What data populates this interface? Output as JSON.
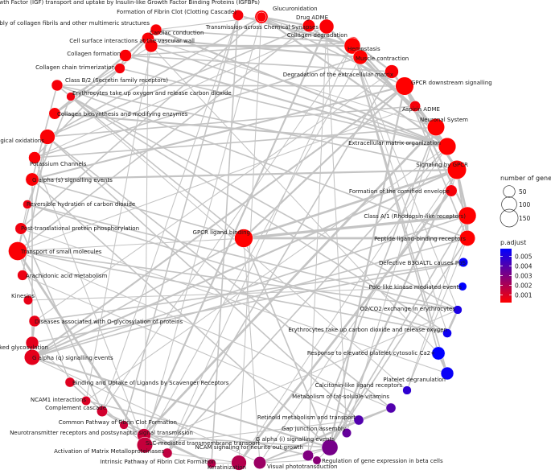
{
  "chart_data": {
    "type": "network",
    "legend": {
      "size_title": "number of genes",
      "size_breaks": [
        50,
        100,
        150
      ],
      "color_title": "p.adjust",
      "color_breaks": [
        "0.005",
        "0.004",
        "0.003",
        "0.002",
        "0.001"
      ],
      "color_low": "#ff0000",
      "color_high": "#0000ff",
      "color_range": [
        0.0002,
        0.0058
      ]
    },
    "nodes": [
      {
        "id": 0,
        "label": "Regulation of Insulin-like Growth Factor (IGF) transport and uptake by Insulin-like Growth Factor Binding Proteins (IGFBPs)",
        "genes": 70,
        "p": 0.0003
      },
      {
        "id": 1,
        "label": "Glucuronidation",
        "genes": 28,
        "p": 0.0003
      },
      {
        "id": 2,
        "label": "Formation of Fibrin Clot (Clotting Cascade)",
        "genes": 40,
        "p": 0.0004
      },
      {
        "id": 3,
        "label": "Drug ADME",
        "genes": 60,
        "p": 0.0003
      },
      {
        "id": 4,
        "label": "Assembly of collagen fibrils and other multimeric structures",
        "genes": 45,
        "p": 0.0003
      },
      {
        "id": 5,
        "label": "Transmission across Chemical Synapses",
        "genes": 90,
        "p": 0.0003
      },
      {
        "id": 6,
        "label": "Cardiac conduction",
        "genes": 60,
        "p": 0.0003
      },
      {
        "id": 7,
        "label": "Collagen degradation",
        "genes": 48,
        "p": 0.0003
      },
      {
        "id": 8,
        "label": "Cell surface interactions at the vascular wall",
        "genes": 65,
        "p": 0.0003
      },
      {
        "id": 9,
        "label": "Hemostasis",
        "genes": 120,
        "p": 0.0002
      },
      {
        "id": 10,
        "label": "Collagen formation",
        "genes": 55,
        "p": 0.0003
      },
      {
        "id": 11,
        "label": "Muscle contraction",
        "genes": 90,
        "p": 0.0002
      },
      {
        "id": 12,
        "label": "Collagen chain trimerization",
        "genes": 35,
        "p": 0.0004
      },
      {
        "id": 13,
        "label": "Degradation of the extracellular matrix",
        "genes": 75,
        "p": 0.0003
      },
      {
        "id": 14,
        "label": "Class B/2 (Secretin family receptors)",
        "genes": 45,
        "p": 0.0004
      },
      {
        "id": 15,
        "label": "GPCR downstream signalling",
        "genes": 160,
        "p": 0.0002
      },
      {
        "id": 16,
        "label": "Erythrocytes take up oxygen and release carbon dioxide",
        "genes": 20,
        "p": 0.0005
      },
      {
        "id": 17,
        "label": "Aspirin ADME",
        "genes": 40,
        "p": 0.0004
      },
      {
        "id": 18,
        "label": "Collagen biosynthesis and modifying enzymes",
        "genes": 50,
        "p": 0.0003
      },
      {
        "id": 19,
        "label": "Neuronal System",
        "genes": 140,
        "p": 0.0002
      },
      {
        "id": 20,
        "label": "Biological oxidations",
        "genes": 100,
        "p": 0.0003
      },
      {
        "id": 21,
        "label": "Extracellular matrix organization",
        "genes": 145,
        "p": 0.0002
      },
      {
        "id": 22,
        "label": "Potassium Channels",
        "genes": 55,
        "p": 0.0003
      },
      {
        "id": 23,
        "label": "Signaling by GPCR",
        "genes": 175,
        "p": 0.0002
      },
      {
        "id": 24,
        "label": "G alpha (s) signalling events",
        "genes": 70,
        "p": 0.0003
      },
      {
        "id": 25,
        "label": "Formation of the cornified envelope",
        "genes": 50,
        "p": 0.0004
      },
      {
        "id": 26,
        "label": "Reversible hydration of carbon dioxide",
        "genes": 22,
        "p": 0.0006
      },
      {
        "id": 27,
        "label": "Class A/1 (Rhodopsin-like receptors)",
        "genes": 150,
        "p": 0.0002
      },
      {
        "id": 28,
        "label": "GPCR ligand binding",
        "genes": 165,
        "p": 0.0002
      },
      {
        "id": 29,
        "label": "Post-translational protein phosphorylation",
        "genes": 50,
        "p": 0.0005
      },
      {
        "id": 30,
        "label": "Peptide ligand-binding receptors",
        "genes": 110,
        "p": 0.0002
      },
      {
        "id": 31,
        "label": "Transport of small molecules",
        "genes": 170,
        "p": 0.0003
      },
      {
        "id": 32,
        "label": "Defective B3GALTL causes PpS",
        "genes": 25,
        "p": 0.0057
      },
      {
        "id": 33,
        "label": "Arachidonic acid metabolism",
        "genes": 35,
        "p": 0.0006
      },
      {
        "id": 34,
        "label": "Polo-like kinase mediated events",
        "genes": 18,
        "p": 0.0058
      },
      {
        "id": 35,
        "label": "Kinesins",
        "genes": 25,
        "p": 0.0007
      },
      {
        "id": 36,
        "label": "O2/CO2 exchange in erythrocytes",
        "genes": 20,
        "p": 0.0052
      },
      {
        "id": 37,
        "label": "Diseases associated with O-glycosylation of proteins",
        "genes": 45,
        "p": 0.0007
      },
      {
        "id": 38,
        "label": "Erythrocytes take up carbon dioxide and release oxygen",
        "genes": 22,
        "p": 0.0055
      },
      {
        "id": 39,
        "label": "O-linked glycosylation",
        "genes": 65,
        "p": 0.0008
      },
      {
        "id": 40,
        "label": "Response to elevated platelet cytosolic Ca2+",
        "genes": 70,
        "p": 0.0058
      },
      {
        "id": 41,
        "label": "G alpha (q) signalling events",
        "genes": 110,
        "p": 0.0008
      },
      {
        "id": 42,
        "label": "Platelet degranulation",
        "genes": 65,
        "p": 0.0056
      },
      {
        "id": 43,
        "label": "Binding and Uptake of Ligands by Scavenger Receptors",
        "genes": 30,
        "p": 0.0009
      },
      {
        "id": 44,
        "label": "Calcitonin-like ligand receptors",
        "genes": 20,
        "p": 0.0048
      },
      {
        "id": 45,
        "label": "NCAM1 interactions",
        "genes": 25,
        "p": 0.001
      },
      {
        "id": 46,
        "label": "Metabolism of fat-soluble vitamins",
        "genes": 30,
        "p": 0.004
      },
      {
        "id": 47,
        "label": "Complement cascade",
        "genes": 40,
        "p": 0.0012
      },
      {
        "id": 48,
        "label": "Retinoid metabolism and transport",
        "genes": 30,
        "p": 0.004
      },
      {
        "id": 49,
        "label": "Common Pathway of Fibrin Clot Formation",
        "genes": 20,
        "p": 0.0014
      },
      {
        "id": 50,
        "label": "Gap junction assembly",
        "genes": 25,
        "p": 0.0036
      },
      {
        "id": 51,
        "label": "Neurotransmitter receptors and postsynaptic signal transmission",
        "genes": 75,
        "p": 0.0014
      },
      {
        "id": 52,
        "label": "G alpha (i) signalling events",
        "genes": 120,
        "p": 0.0032
      },
      {
        "id": 53,
        "label": "SLC-mediated transmembrane transport",
        "genes": 110,
        "p": 0.0015
      },
      {
        "id": 54,
        "label": "NCAM signaling for neurite out-growth",
        "genes": 40,
        "p": 0.003
      },
      {
        "id": 55,
        "label": "Activation of Matrix Metalloproteinases",
        "genes": 30,
        "p": 0.0016
      },
      {
        "id": 56,
        "label": "Regulation of gene expression in beta cells",
        "genes": 18,
        "p": 0.0028
      },
      {
        "id": 57,
        "label": "Intrinsic Pathway of Fibrin Clot Formation",
        "genes": 22,
        "p": 0.0018
      },
      {
        "id": 58,
        "label": "Visual phototransduction",
        "genes": 60,
        "p": 0.0024
      },
      {
        "id": 59,
        "label": "Keratinization",
        "genes": 100,
        "p": 0.0019
      }
    ],
    "edges": [
      {
        "s": 0,
        "t": 15,
        "w": 2
      },
      {
        "s": 0,
        "t": 21,
        "w": 3
      },
      {
        "s": 0,
        "t": 9,
        "w": 2
      },
      {
        "s": 0,
        "t": 59,
        "w": 1
      },
      {
        "s": 0,
        "t": 4,
        "w": 1
      },
      {
        "s": 1,
        "t": 3,
        "w": 3
      },
      {
        "s": 1,
        "t": 20,
        "w": 2
      },
      {
        "s": 3,
        "t": 17,
        "w": 3
      },
      {
        "s": 3,
        "t": 20,
        "w": 2
      },
      {
        "s": 3,
        "t": 31,
        "w": 2
      },
      {
        "s": 2,
        "t": 9,
        "w": 3
      },
      {
        "s": 2,
        "t": 49,
        "w": 2
      },
      {
        "s": 2,
        "t": 57,
        "w": 2
      },
      {
        "s": 2,
        "t": 47,
        "w": 1
      },
      {
        "s": 4,
        "t": 10,
        "w": 3
      },
      {
        "s": 4,
        "t": 12,
        "w": 2
      },
      {
        "s": 4,
        "t": 18,
        "w": 2
      },
      {
        "s": 4,
        "t": 21,
        "w": 3
      },
      {
        "s": 4,
        "t": 7,
        "w": 2
      },
      {
        "s": 5,
        "t": 19,
        "w": 4
      },
      {
        "s": 5,
        "t": 51,
        "w": 3
      },
      {
        "s": 5,
        "t": 22,
        "w": 1
      },
      {
        "s": 5,
        "t": 54,
        "w": 1
      },
      {
        "s": 6,
        "t": 11,
        "w": 3
      },
      {
        "s": 6,
        "t": 22,
        "w": 2
      },
      {
        "s": 6,
        "t": 19,
        "w": 1
      },
      {
        "s": 7,
        "t": 13,
        "w": 3
      },
      {
        "s": 7,
        "t": 21,
        "w": 3
      },
      {
        "s": 7,
        "t": 10,
        "w": 2
      },
      {
        "s": 7,
        "t": 55,
        "w": 1
      },
      {
        "s": 8,
        "t": 9,
        "w": 3
      },
      {
        "s": 8,
        "t": 21,
        "w": 2
      },
      {
        "s": 8,
        "t": 45,
        "w": 1
      },
      {
        "s": 8,
        "t": 16,
        "w": 1
      },
      {
        "s": 9,
        "t": 11,
        "w": 2
      },
      {
        "s": 9,
        "t": 42,
        "w": 2
      },
      {
        "s": 9,
        "t": 40,
        "w": 2
      },
      {
        "s": 9,
        "t": 21,
        "w": 2
      },
      {
        "s": 9,
        "t": 38,
        "w": 1
      },
      {
        "s": 9,
        "t": 36,
        "w": 1
      },
      {
        "s": 9,
        "t": 47,
        "w": 1
      },
      {
        "s": 10,
        "t": 12,
        "w": 3
      },
      {
        "s": 10,
        "t": 18,
        "w": 3
      },
      {
        "s": 10,
        "t": 21,
        "w": 3
      },
      {
        "s": 11,
        "t": 19,
        "w": 2
      },
      {
        "s": 11,
        "t": 22,
        "w": 2
      },
      {
        "s": 12,
        "t": 18,
        "w": 3
      },
      {
        "s": 12,
        "t": 21,
        "w": 2
      },
      {
        "s": 13,
        "t": 21,
        "w": 4
      },
      {
        "s": 13,
        "t": 55,
        "w": 2
      },
      {
        "s": 13,
        "t": 10,
        "w": 2
      },
      {
        "s": 13,
        "t": 37,
        "w": 1
      },
      {
        "s": 14,
        "t": 30,
        "w": 2
      },
      {
        "s": 14,
        "t": 23,
        "w": 2
      },
      {
        "s": 14,
        "t": 28,
        "w": 2
      },
      {
        "s": 14,
        "t": 15,
        "w": 2
      },
      {
        "s": 14,
        "t": 44,
        "w": 1
      },
      {
        "s": 15,
        "t": 23,
        "w": 5
      },
      {
        "s": 15,
        "t": 28,
        "w": 3
      },
      {
        "s": 15,
        "t": 41,
        "w": 3
      },
      {
        "s": 15,
        "t": 52,
        "w": 3
      },
      {
        "s": 15,
        "t": 24,
        "w": 3
      },
      {
        "s": 15,
        "t": 27,
        "w": 3
      },
      {
        "s": 15,
        "t": 30,
        "w": 2
      },
      {
        "s": 16,
        "t": 36,
        "w": 2
      },
      {
        "s": 16,
        "t": 38,
        "w": 2
      },
      {
        "s": 16,
        "t": 26,
        "w": 2
      },
      {
        "s": 17,
        "t": 20,
        "w": 2
      },
      {
        "s": 17,
        "t": 31,
        "w": 1
      },
      {
        "s": 18,
        "t": 21,
        "w": 3
      },
      {
        "s": 19,
        "t": 51,
        "w": 4
      },
      {
        "s": 19,
        "t": 22,
        "w": 2
      },
      {
        "s": 19,
        "t": 54,
        "w": 2
      },
      {
        "s": 20,
        "t": 48,
        "w": 2
      },
      {
        "s": 20,
        "t": 46,
        "w": 2
      },
      {
        "s": 20,
        "t": 33,
        "w": 2
      },
      {
        "s": 20,
        "t": 31,
        "w": 2
      },
      {
        "s": 21,
        "t": 55,
        "w": 2
      },
      {
        "s": 21,
        "t": 59,
        "w": 1
      },
      {
        "s": 21,
        "t": 45,
        "w": 1
      },
      {
        "s": 23,
        "t": 28,
        "w": 4
      },
      {
        "s": 23,
        "t": 27,
        "w": 4
      },
      {
        "s": 23,
        "t": 30,
        "w": 3
      },
      {
        "s": 23,
        "t": 41,
        "w": 3
      },
      {
        "s": 23,
        "t": 52,
        "w": 3
      },
      {
        "s": 23,
        "t": 24,
        "w": 3
      },
      {
        "s": 23,
        "t": 58,
        "w": 1
      },
      {
        "s": 24,
        "t": 28,
        "w": 2
      },
      {
        "s": 24,
        "t": 41,
        "w": 2
      },
      {
        "s": 24,
        "t": 52,
        "w": 2
      },
      {
        "s": 25,
        "t": 59,
        "w": 4
      },
      {
        "s": 25,
        "t": 23,
        "w": 1
      },
      {
        "s": 26,
        "t": 36,
        "w": 2
      },
      {
        "s": 26,
        "t": 38,
        "w": 2
      },
      {
        "s": 27,
        "t": 28,
        "w": 5
      },
      {
        "s": 27,
        "t": 30,
        "w": 4
      },
      {
        "s": 27,
        "t": 52,
        "w": 2
      },
      {
        "s": 27,
        "t": 41,
        "w": 2
      },
      {
        "s": 27,
        "t": 44,
        "w": 1
      },
      {
        "s": 28,
        "t": 30,
        "w": 4
      },
      {
        "s": 28,
        "t": 41,
        "w": 2
      },
      {
        "s": 28,
        "t": 52,
        "w": 2
      },
      {
        "s": 28,
        "t": 58,
        "w": 1
      },
      {
        "s": 28,
        "t": 31,
        "w": 1
      },
      {
        "s": 29,
        "t": 47,
        "w": 2
      },
      {
        "s": 29,
        "t": 0,
        "w": 2
      },
      {
        "s": 29,
        "t": 42,
        "w": 1
      },
      {
        "s": 30,
        "t": 41,
        "w": 2
      },
      {
        "s": 30,
        "t": 52,
        "w": 2
      },
      {
        "s": 30,
        "t": 44,
        "w": 1
      },
      {
        "s": 31,
        "t": 53,
        "w": 4
      },
      {
        "s": 31,
        "t": 36,
        "w": 2
      },
      {
        "s": 31,
        "t": 38,
        "w": 2
      },
      {
        "s": 31,
        "t": 46,
        "w": 1
      },
      {
        "s": 31,
        "t": 43,
        "w": 1
      },
      {
        "s": 31,
        "t": 26,
        "w": 1
      },
      {
        "s": 32,
        "t": 37,
        "w": 2
      },
      {
        "s": 32,
        "t": 39,
        "w": 2
      },
      {
        "s": 33,
        "t": 20,
        "w": 1
      },
      {
        "s": 33,
        "t": 48,
        "w": 1
      },
      {
        "s": 34,
        "t": 35,
        "w": 1
      },
      {
        "s": 36,
        "t": 38,
        "w": 4
      },
      {
        "s": 37,
        "t": 39,
        "w": 3
      },
      {
        "s": 40,
        "t": 42,
        "w": 4
      },
      {
        "s": 41,
        "t": 52,
        "w": 3
      },
      {
        "s": 41,
        "t": 58,
        "w": 1
      },
      {
        "s": 43,
        "t": 47,
        "w": 2
      },
      {
        "s": 43,
        "t": 31,
        "w": 1
      },
      {
        "s": 45,
        "t": 54,
        "w": 2
      },
      {
        "s": 46,
        "t": 48,
        "w": 3
      },
      {
        "s": 46,
        "t": 58,
        "w": 2
      },
      {
        "s": 47,
        "t": 49,
        "w": 2
      },
      {
        "s": 47,
        "t": 57,
        "w": 2
      },
      {
        "s": 48,
        "t": 58,
        "w": 2
      },
      {
        "s": 49,
        "t": 57,
        "w": 2
      },
      {
        "s": 50,
        "t": 5,
        "w": 1
      },
      {
        "s": 50,
        "t": 19,
        "w": 1
      },
      {
        "s": 51,
        "t": 52,
        "w": 2
      },
      {
        "s": 51,
        "t": 53,
        "w": 1
      },
      {
        "s": 52,
        "t": 58,
        "w": 2
      },
      {
        "s": 52,
        "t": 56,
        "w": 1
      },
      {
        "s": 52,
        "t": 54,
        "w": 1
      },
      {
        "s": 53,
        "t": 48,
        "w": 1
      },
      {
        "s": 53,
        "t": 36,
        "w": 1
      },
      {
        "s": 55,
        "t": 59,
        "w": 1
      },
      {
        "s": 56,
        "t": 58,
        "w": 1
      },
      {
        "s": 57,
        "t": 59,
        "w": 1
      },
      {
        "s": 6,
        "t": 53,
        "w": 1
      },
      {
        "s": 11,
        "t": 53,
        "w": 1
      },
      {
        "s": 0,
        "t": 53,
        "w": 1
      },
      {
        "s": 39,
        "t": 53,
        "w": 1
      },
      {
        "s": 24,
        "t": 14,
        "w": 2
      },
      {
        "s": 22,
        "t": 53,
        "w": 1
      },
      {
        "s": 8,
        "t": 40,
        "w": 1
      }
    ]
  }
}
